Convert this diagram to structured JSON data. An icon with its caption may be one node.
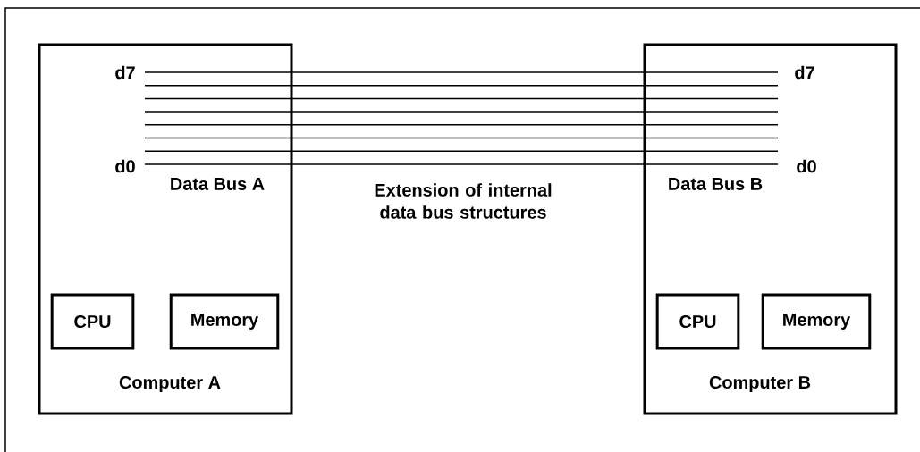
{
  "diagram": {
    "nodes": [
      {
        "text": [
          "Computer A"
        ]
      },
      {
        "text": [
          "CPU"
        ],
        "in": 0
      },
      {
        "text": [
          "Memory"
        ],
        "in": 0
      },
      {
        "text": [
          "Computer B"
        ]
      },
      {
        "text": [
          "CPU"
        ],
        "in": 3
      },
      {
        "text": [
          "Memory"
        ],
        "in": 3
      }
    ],
    "labels": [
      "d7",
      "d7",
      "d0",
      "d0",
      "Data Bus A",
      "Extension of internal data bus structures",
      "Data Bus B"
    ]
  }
}
